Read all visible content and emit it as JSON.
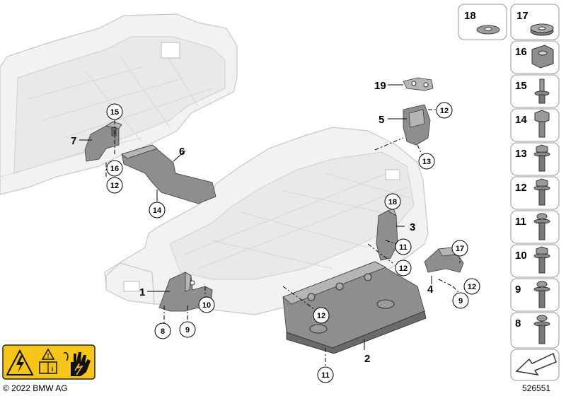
{
  "callouts": {
    "p1": "1",
    "p2": "2",
    "p3": "3",
    "p4": "4",
    "p5": "5",
    "p6": "6",
    "p7": "7",
    "c15_top": "15",
    "c16_left": "16",
    "c12_left": "12",
    "c14": "14",
    "c19": "19",
    "c12_top_right": "12",
    "c13": "13",
    "c18_mid": "18",
    "c11_mid": "11",
    "c12_mid": "12",
    "c17_mid": "17",
    "c12_right": "12",
    "c9_right": "9",
    "c10": "10",
    "c8": "8",
    "c9_low": "9",
    "c12_bottom": "12",
    "c11_bottom": "11"
  },
  "side_panel": {
    "items": [
      {
        "num": "18",
        "icon": "washer-flat-icon"
      },
      {
        "num": "17",
        "icon": "washer-thick-icon"
      },
      {
        "num": "16",
        "icon": "cage-nut-icon"
      },
      {
        "num": "15",
        "icon": "stud-bolt-icon"
      },
      {
        "num": "14",
        "icon": "hex-bolt-icon"
      },
      {
        "num": "13",
        "icon": "flange-bolt-icon"
      },
      {
        "num": "12",
        "icon": "flange-bolt-icon"
      },
      {
        "num": "11",
        "icon": "torx-bolt-icon"
      },
      {
        "num": "10",
        "icon": "flange-bolt-icon"
      },
      {
        "num": "9",
        "icon": "torx-bolt-icon"
      },
      {
        "num": "8",
        "icon": "torx-bolt-icon"
      }
    ]
  },
  "footer": {
    "copyright": "© 2022 BMW AG",
    "diagram_number": "526551"
  },
  "warning_icons": [
    "high-voltage-icon",
    "manual-caution-icon",
    "hand-shock-icon"
  ],
  "colors": {
    "warning_yellow": "#f5c518",
    "part_grey": "#8e8e8e",
    "tray_grey": "#f2f2f2"
  }
}
